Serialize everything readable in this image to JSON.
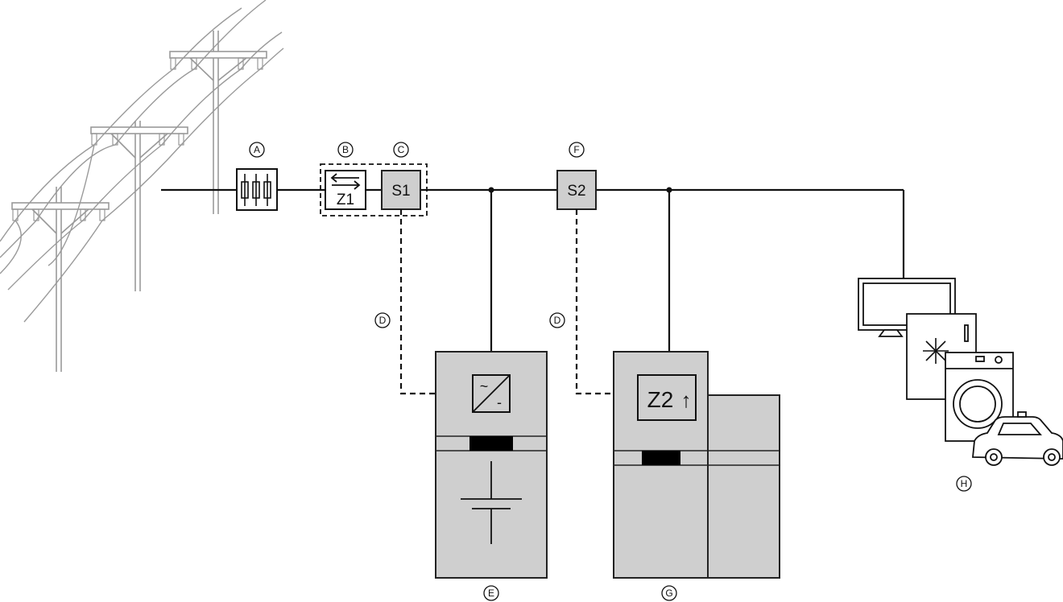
{
  "markers": {
    "a": "A",
    "b": "B",
    "c": "C",
    "d1": "D",
    "d2": "D",
    "e": "E",
    "f": "F",
    "g": "G",
    "h": "H"
  },
  "boxes": {
    "z1": "Z1",
    "s1": "S1",
    "s2": "S2",
    "z2": "Z2",
    "z2_arrow": "↑",
    "inverter_ac": "~",
    "inverter_dc": "-"
  },
  "colors": {
    "line": "#111111",
    "device_fill": "#cfcfcf",
    "device_stroke": "#222222",
    "pole": "#999999",
    "wire": "#9a9a9a",
    "display": "#000000"
  },
  "icons": {
    "grid": "power-pylons-icon",
    "fuse": "main-fuse-icon",
    "tv": "television-icon",
    "fridge": "fridge-icon",
    "washer": "washing-machine-icon",
    "car": "electric-car-icon"
  }
}
